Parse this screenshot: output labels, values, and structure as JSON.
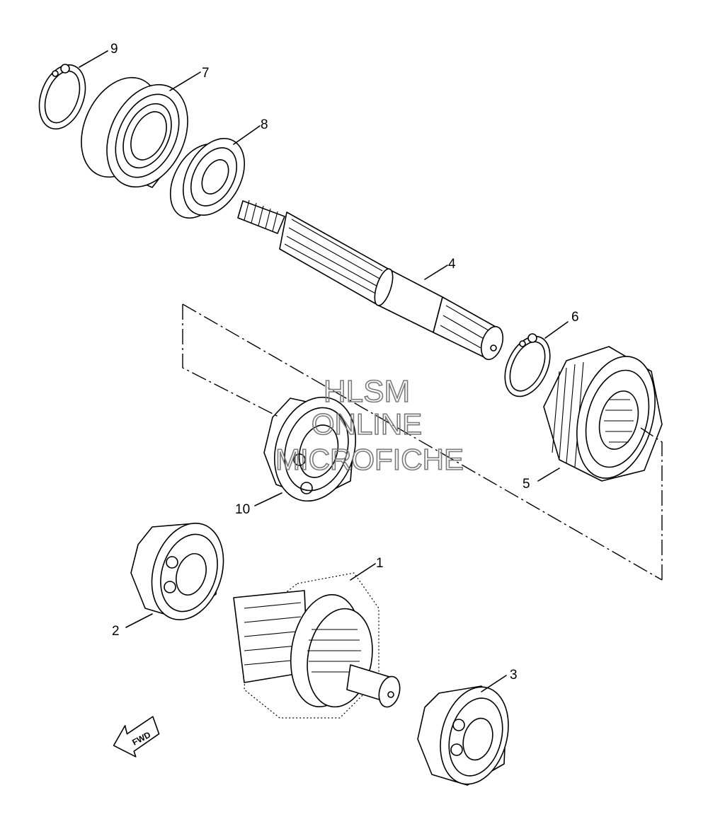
{
  "watermark": {
    "line1": "HLSM",
    "line2": "ONLINE",
    "line3": "MICROFICHE"
  },
  "direction_label": "FWD",
  "callouts": {
    "c1": "1",
    "c2": "2",
    "c3": "3",
    "c4": "4",
    "c5": "5",
    "c6": "6",
    "c7": "7",
    "c8": "8",
    "c9": "9",
    "c10": "10"
  },
  "icons": {
    "fwd_arrow": "fwd-arrow-icon"
  }
}
